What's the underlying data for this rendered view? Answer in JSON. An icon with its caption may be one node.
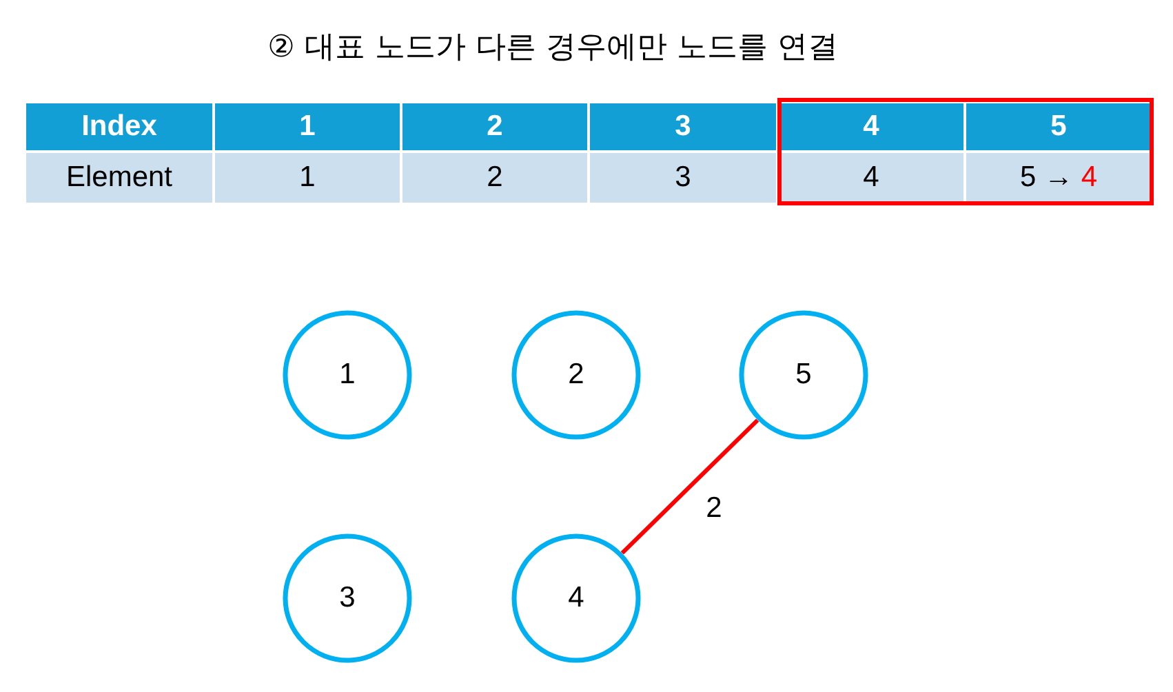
{
  "diagram": {
    "title": "② 대표 노드가 다른 경우에만 노드를 연결",
    "nodes": [
      {
        "text": [
          "1"
        ]
      },
      {
        "text": [
          "2"
        ]
      },
      {
        "text": [
          "5"
        ]
      },
      {
        "text": [
          "3"
        ]
      },
      {
        "text": [
          "4"
        ]
      }
    ],
    "edges": [
      {
        "from": 2,
        "to": 4,
        "arrow": "none",
        "label": "2",
        "color": "#ff0000"
      }
    ],
    "labels": [
      "Index",
      "1",
      "2",
      "3",
      "4",
      "5",
      "Element",
      "1",
      "2",
      "3",
      "4",
      "5 → 4"
    ]
  }
}
